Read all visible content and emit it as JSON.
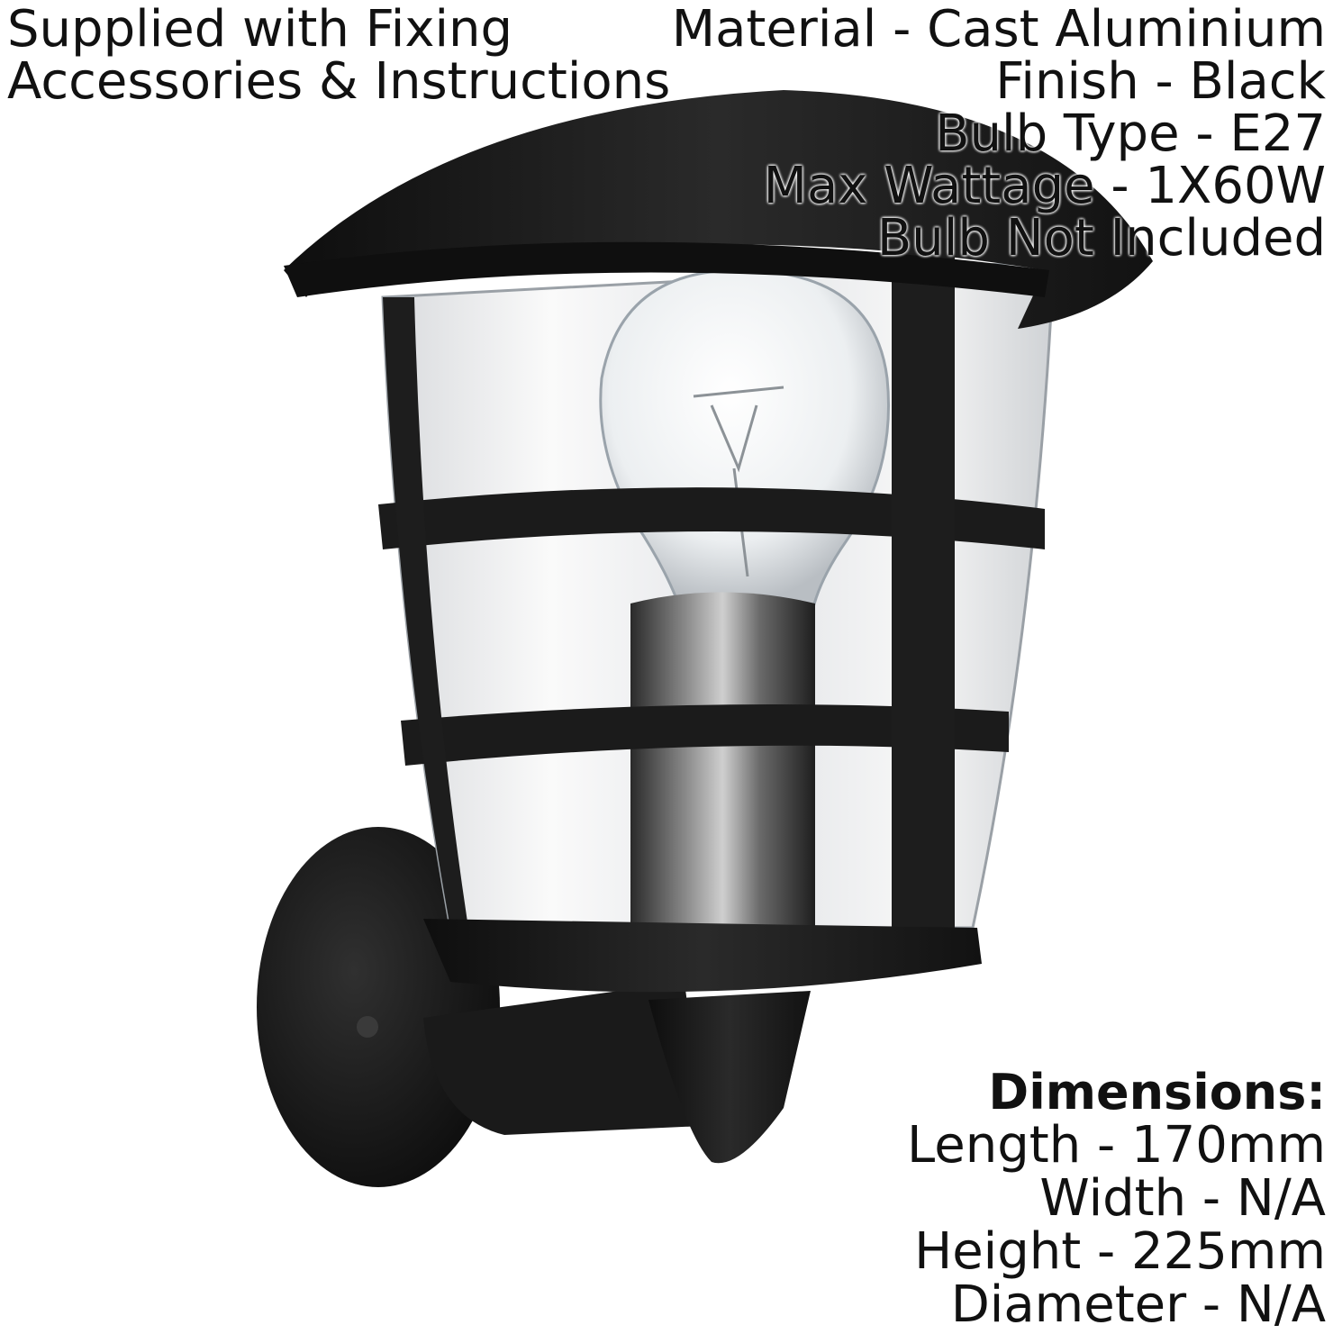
{
  "supply": {
    "line1": "Supplied with Fixing",
    "line2": "Accessories & Instructions"
  },
  "specs": {
    "material": "Material - Cast Aluminium",
    "finish": "Finish - Black",
    "bulb_type": "Bulb Type - E27",
    "max_wattage": "Max Wattage - 1X60W",
    "bulb_included": "Bulb Not Included"
  },
  "dimensions": {
    "title": "Dimensions:",
    "length": "Length - 170mm",
    "width": "Width - N/A",
    "height": "Height - 225mm",
    "diameter": "Diameter - N/A"
  },
  "colors": {
    "metal": "#1c1c1c",
    "glass": "#eef0f2",
    "background": "#ffffff"
  },
  "icons": {
    "product": "wall-lantern-image"
  }
}
